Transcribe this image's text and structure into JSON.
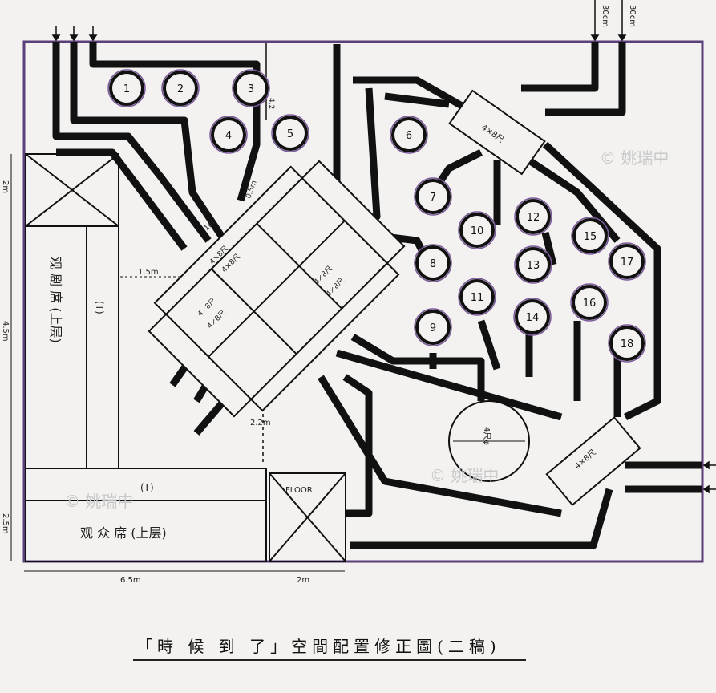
{
  "labels": {
    "in_top_right_1": "30cm",
    "in_top_right_2": "30cm",
    "dim_left_top": "2m",
    "dim_left_mid": "4.5m",
    "dim_left_bottom": "2.5m",
    "dim_bottom_left": "6.5m",
    "dim_bottom_right": "2m",
    "dim_center_1": "1.5m",
    "dim_center_2": "2.2m",
    "dim_center_3": "0.5m",
    "dim_center_4": "4.2",
    "dim_center_5": "1m",
    "floor": "FLOOR",
    "left_block_t": "(T)",
    "left_block_text": "观 剧 席 (上层)",
    "bottom_block_t": "(T)",
    "bottom_block_text": "观 众 席 (上层)",
    "center_stage_a": "4×8尺",
    "center_stage_b": "4×8尺",
    "center_stage_c": "4×8尺",
    "center_stage_d": "4×8尺",
    "center_stage_e": "4×8尺",
    "center_stage_f": "4×8尺",
    "box_top": "4×8尺",
    "box_bottom": "4×8尺",
    "round_table": "4尺φ",
    "watermark": "© 姚瑞中",
    "circles": [
      "1",
      "2",
      "3",
      "4",
      "5",
      "7",
      "8",
      "9",
      "10",
      "11",
      "12",
      "13",
      "14",
      "15",
      "16",
      "17",
      "18",
      "6"
    ]
  },
  "caption": "「時 候 到 了」空間配置修正圖(二稿)"
}
